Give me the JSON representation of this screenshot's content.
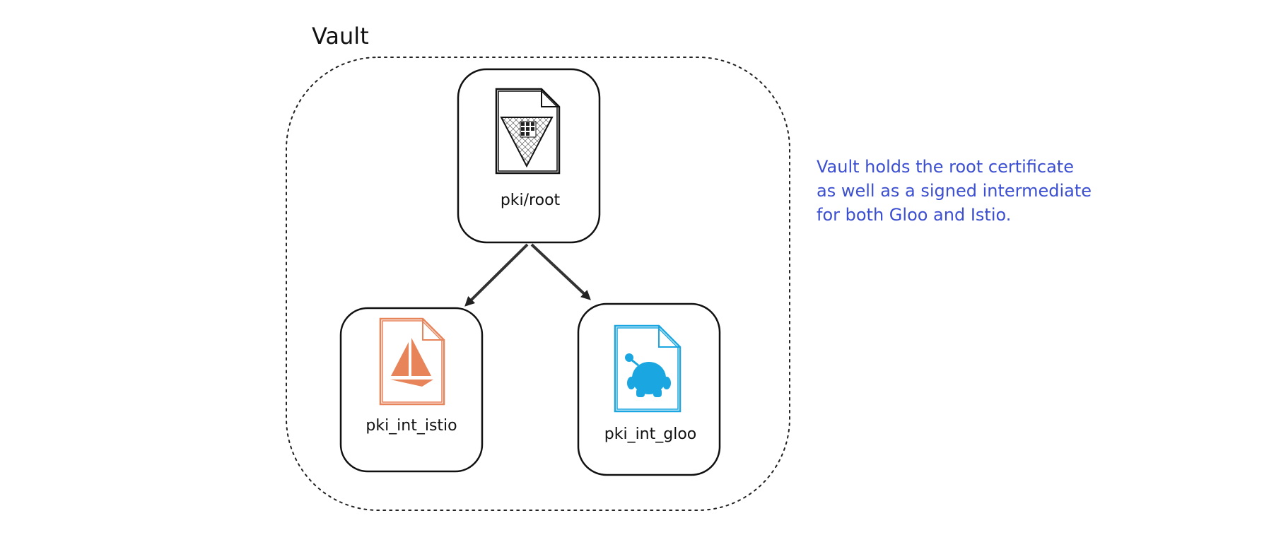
{
  "group": {
    "title": "Vault"
  },
  "nodes": {
    "root": {
      "label": "pki/root"
    },
    "istio": {
      "label": "pki_int_istio"
    },
    "gloo": {
      "label": "pki_int_gloo"
    }
  },
  "annotation": {
    "lines": [
      "Vault holds the root certificate",
      "as well as a signed intermediate",
      "for both Gloo and Istio."
    ]
  },
  "colors": {
    "ink": "#111111",
    "note": "#3b4fd0",
    "istio": "#e8845a",
    "gloo": "#1aa6e0"
  },
  "icons": {
    "root": "vault-icon",
    "istio": "istio-icon",
    "gloo": "gloo-icon"
  }
}
